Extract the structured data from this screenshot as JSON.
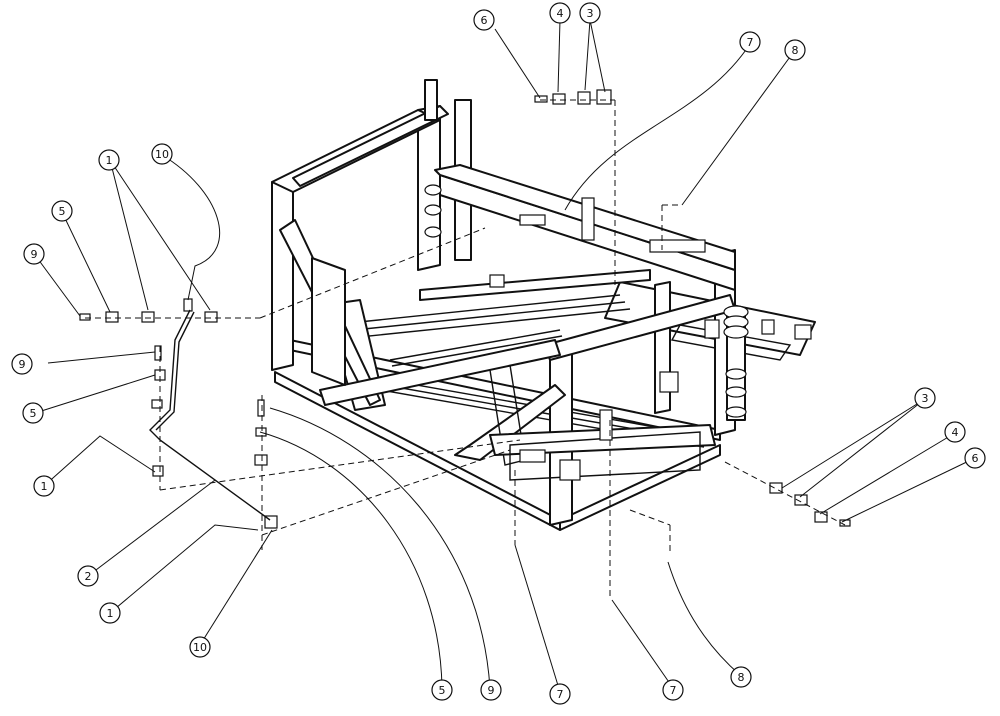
{
  "balloons": [
    {
      "label": "6"
    },
    {
      "label": "4"
    },
    {
      "label": "3"
    },
    {
      "label": "7"
    },
    {
      "label": "8"
    },
    {
      "label": "1"
    },
    {
      "label": "10"
    },
    {
      "label": "5"
    },
    {
      "label": "9"
    },
    {
      "label": "9"
    },
    {
      "label": "5"
    },
    {
      "label": "1"
    },
    {
      "label": "2"
    },
    {
      "label": "1"
    },
    {
      "label": "10"
    },
    {
      "label": "5"
    },
    {
      "label": "9"
    },
    {
      "label": "7"
    },
    {
      "label": "7"
    },
    {
      "label": "8"
    },
    {
      "label": "3"
    },
    {
      "label": "4"
    },
    {
      "label": "6"
    }
  ]
}
